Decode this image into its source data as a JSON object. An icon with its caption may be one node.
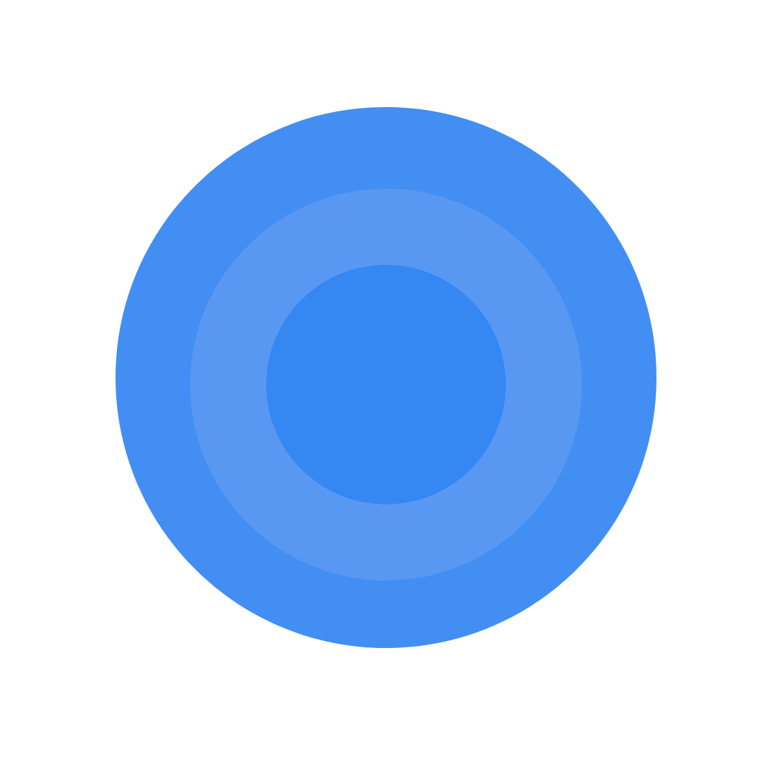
{
  "diagram": {
    "nodes": [
      {
        "text": [],
        "shape": "circle"
      },
      {
        "text": [],
        "shape": "circle",
        "in": 0
      },
      {
        "text": [],
        "shape": "circle",
        "in": 1
      }
    ]
  }
}
